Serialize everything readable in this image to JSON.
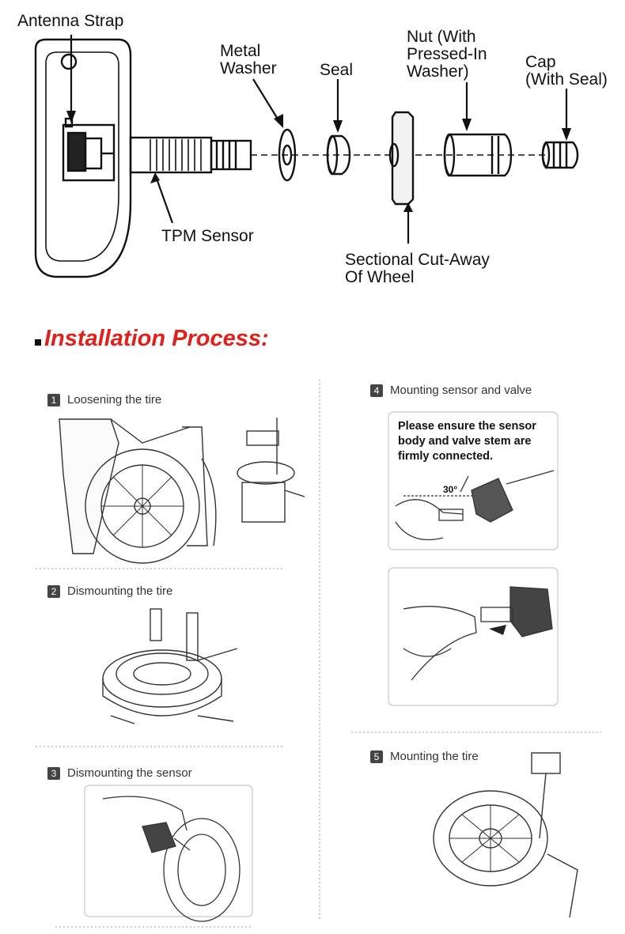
{
  "diagram": {
    "labels": {
      "antenna_strap": "Antenna Strap",
      "metal_washer": "Metal\nWasher",
      "seal": "Seal",
      "nut": "Nut (With\nPressed-In\nWasher)",
      "cap": "Cap\n(With Seal)",
      "tpm_sensor": "TPM Sensor",
      "wheel_cutaway": "Sectional Cut-Away\nOf Wheel"
    }
  },
  "process": {
    "title": "Installation Process:",
    "steps": [
      {
        "number": "1",
        "label": "Loosening the tire"
      },
      {
        "number": "2",
        "label": "Dismounting the tire"
      },
      {
        "number": "3",
        "label": "Dismounting the sensor"
      },
      {
        "number": "4",
        "label": "Mounting sensor and valve"
      },
      {
        "number": "5",
        "label": "Mounting the tire"
      }
    ],
    "note": "Please ensure the sensor body and valve stem are firmly connected.",
    "angle": "30°"
  },
  "colors": {
    "title": "#e0201a",
    "badge": "#444444"
  }
}
